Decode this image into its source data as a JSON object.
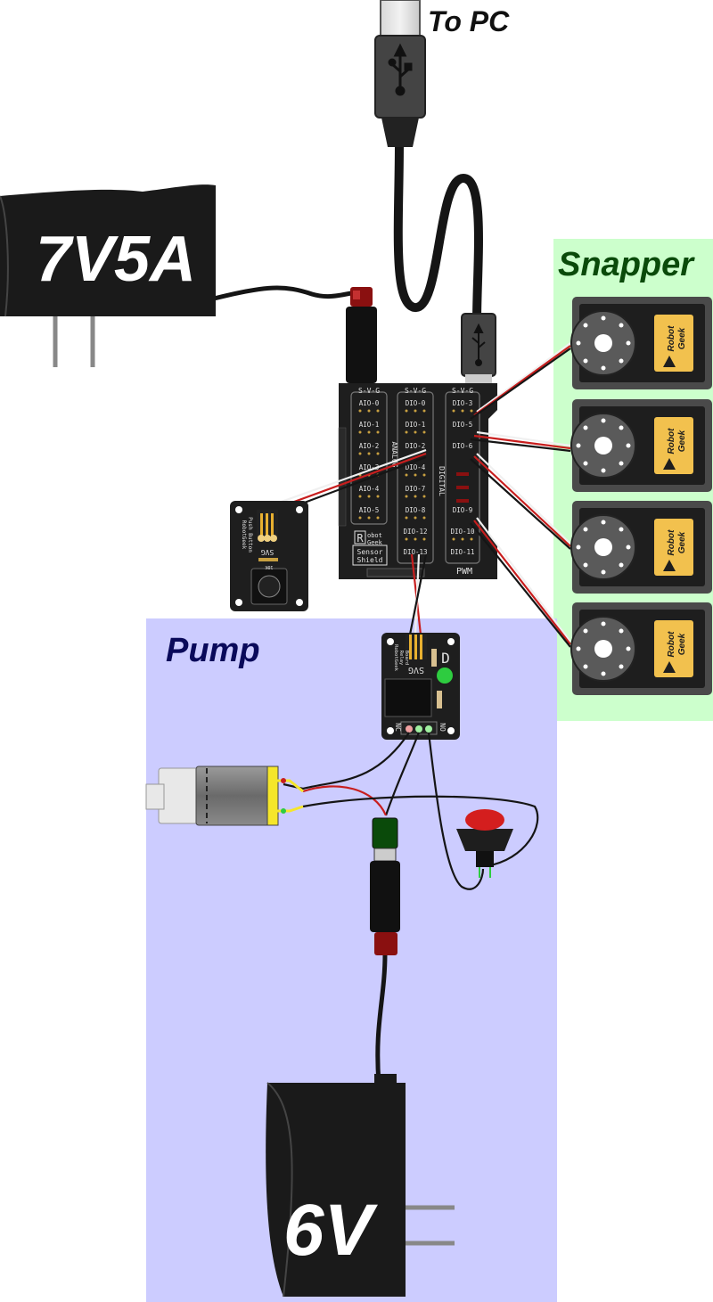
{
  "labels": {
    "to_pc": "To PC",
    "snapper": "Snapper",
    "pump": "Pump",
    "psu_main": "7V5A",
    "psu_pump": "6V"
  },
  "shield": {
    "header": "S-V-G",
    "analog_pins": [
      "AIO-0",
      "AIO-1",
      "AIO-2",
      "AIO-3",
      "AIO-4",
      "AIO-5"
    ],
    "digital_pins_a": [
      "DIO-0",
      "DIO-1",
      "DIO-2",
      "DIO-4",
      "DIO-7",
      "DIO-8",
      "DIO-12",
      "DIO-13"
    ],
    "digital_pins_b": [
      "DIO-3",
      "DIO-5",
      "DIO-6",
      "DIO-9",
      "DIO-10",
      "DIO-11"
    ],
    "analog_text": "ANALOG",
    "digital_text": "DIGITAL",
    "pwm_text": "PWM",
    "logo_r": "R",
    "logo_text": [
      "obot",
      "Geek"
    ],
    "name": [
      "Sensor",
      "Shield"
    ]
  },
  "button_board": {
    "title": [
      "RobotGeek",
      "Push Button"
    ],
    "svg": "SVG",
    "resistor": "10K"
  },
  "relay_board": {
    "title": [
      "RobotGeek",
      "Relay",
      "Board"
    ],
    "svg": "SVG",
    "nc": "NC",
    "no": "NO",
    "d": "D"
  },
  "servo_badge": [
    "Robot",
    "Geek"
  ],
  "colors": {
    "snapper_bg": "#ccffcc",
    "pump_bg": "#ccccff",
    "pump_label": "#0a0a5a",
    "snapper_label": "#0a4a0a",
    "board": "#1e1e1e",
    "wire_red": "#c81e1e",
    "wire_black": "#151515",
    "wire_white": "#f0f0f0",
    "servo_badge": "#f2c14e",
    "button_red": "#d41e1e"
  }
}
